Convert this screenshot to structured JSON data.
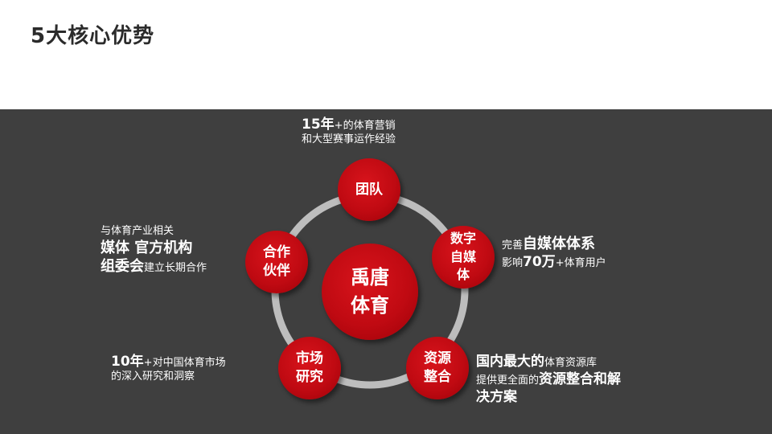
{
  "title": "5大核心优势",
  "center": {
    "line1": "禹唐",
    "line2": "体育"
  },
  "nodes": {
    "team": {
      "line1": "团队"
    },
    "media": {
      "line1": "数字",
      "line2": "自媒",
      "line3": "体"
    },
    "resources": {
      "line1": "资源",
      "line2": "整合"
    },
    "research": {
      "line1": "市场",
      "line2": "研究"
    },
    "partners": {
      "line1": "合作",
      "line2": "伙伴"
    }
  },
  "descriptions": {
    "team": {
      "big": "15年",
      "rest1": "+的体育营销",
      "line2": "和大型赛事运作经验"
    },
    "media": {
      "small1": "完善",
      "big1": "自媒体体系",
      "small2": "影响",
      "big2": "70万",
      "rest2": "+体育用户"
    },
    "resources": {
      "big1": "国内最大的",
      "small1": "体育资源库",
      "small2": "提供更全面的",
      "big2": "资源整合和解",
      "big3": "决方案"
    },
    "research": {
      "big": "10年",
      "rest1": "+对中国体育市场",
      "line2": "的深入研究和洞察"
    },
    "partners": {
      "line1": "与体育产业相关",
      "big1": "媒体 官方机构",
      "big2": "组委会",
      "small2": "建立长期合作"
    }
  }
}
